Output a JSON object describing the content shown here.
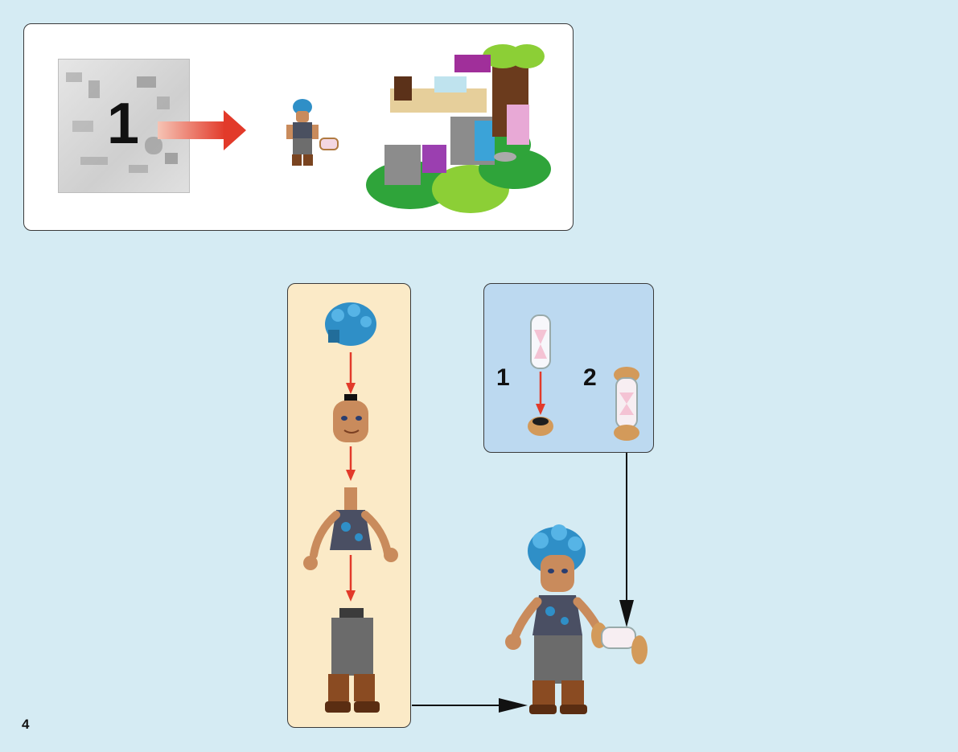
{
  "page": {
    "number": "4"
  },
  "bag": {
    "number": "1"
  },
  "substeps": [
    {
      "number": "1"
    },
    {
      "number": "2"
    }
  ],
  "colors": {
    "background": "#d5ebf3",
    "assembly_panel": "#fbeac7",
    "substep_panel": "#bcd9f0",
    "arrow_red": "#e23a2a",
    "hair_blue": "#2f8fc7"
  }
}
